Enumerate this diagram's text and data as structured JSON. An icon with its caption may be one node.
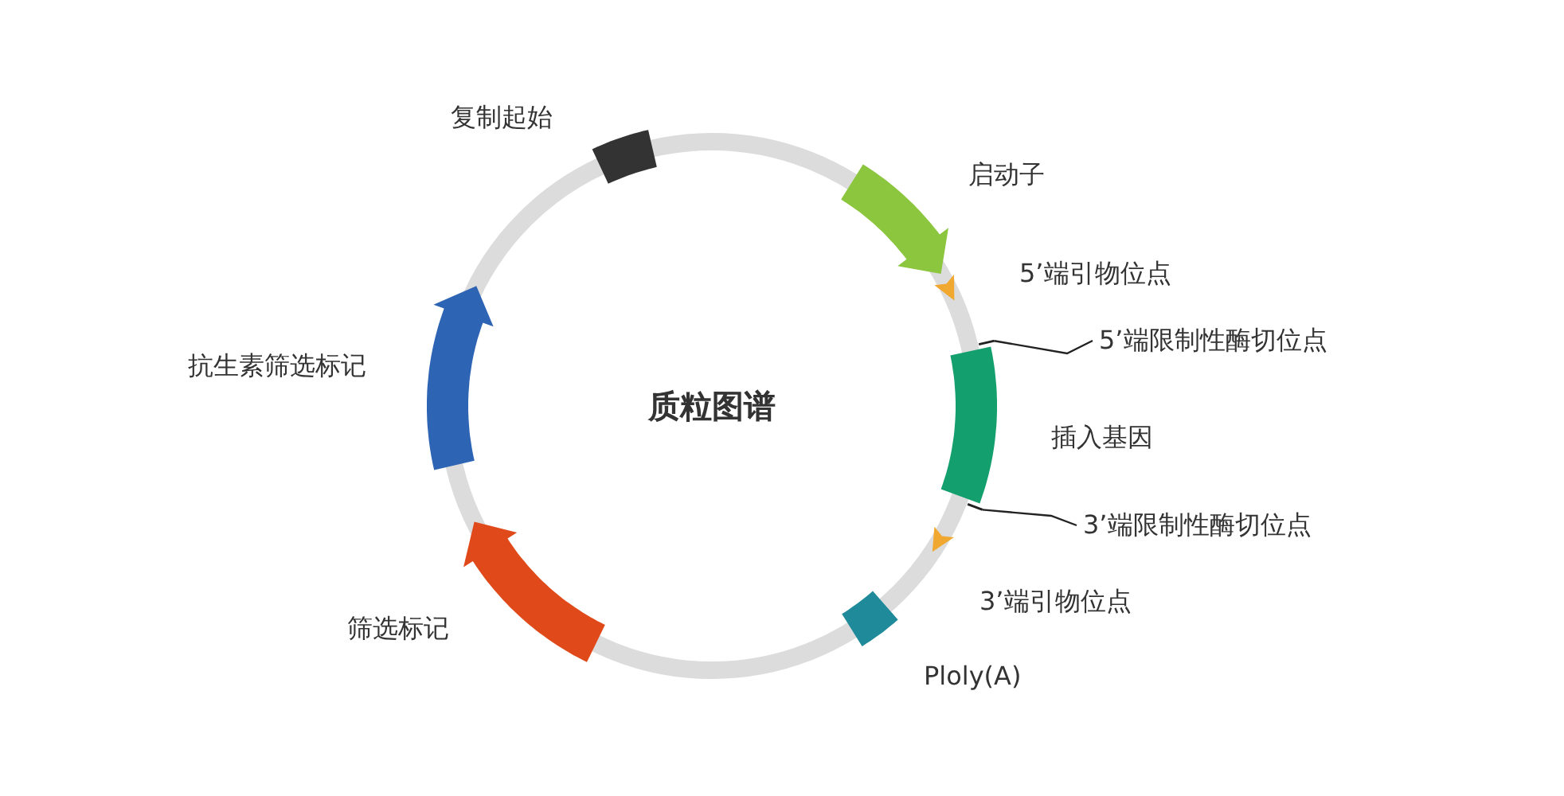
{
  "diagram": {
    "title": "质粒图谱",
    "nodes": [
      {
        "text": [
          "复制起始"
        ]
      },
      {
        "text": [
          "启动子"
        ]
      },
      {
        "text": [
          "5’端引物位点"
        ]
      },
      {
        "text": [
          "5’端限制性酶切位点"
        ]
      },
      {
        "text": [],
        "shape": "bar"
      },
      {
        "text": [
          "插入基因"
        ]
      },
      {
        "text": [
          "3’端限制性酶切位点"
        ]
      },
      {
        "text": [],
        "shape": "bar"
      },
      {
        "text": [
          "3’端引物位点"
        ]
      },
      {
        "text": [
          "Ploly(A)"
        ]
      },
      {
        "text": [
          "筛选标记"
        ]
      },
      {
        "text": [
          "抗生素筛选标记"
        ]
      }
    ],
    "edges": [
      {
        "from": 3,
        "to": 4,
        "arrow": "none"
      },
      {
        "from": 6,
        "to": 7,
        "arrow": "none"
      }
    ]
  }
}
